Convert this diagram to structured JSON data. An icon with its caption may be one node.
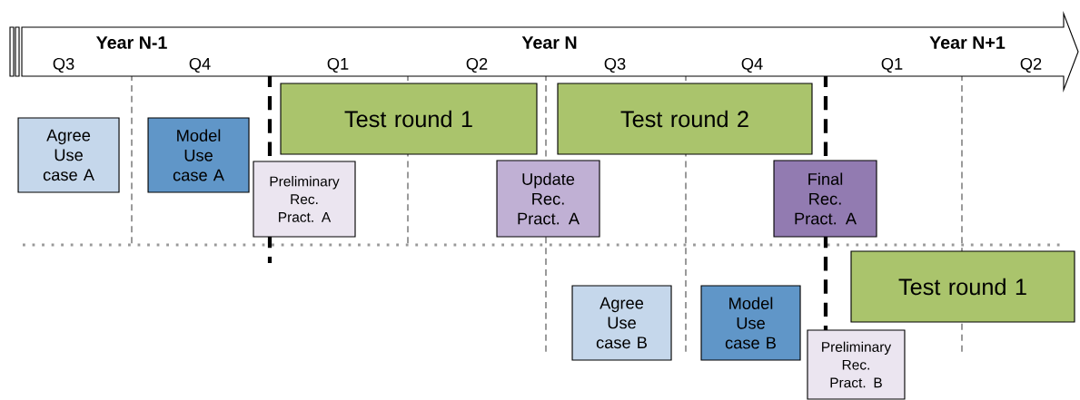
{
  "diagram": {
    "nodes": [
      {
        "text": [
          "Year N-1",
          "Year N",
          "Year N+1",
          "Q3",
          "Q4",
          "Q1",
          "Q2",
          "Q3",
          "Q4",
          "Q1",
          "Q2"
        ]
      },
      {
        "text": [
          "Agree Use case A"
        ]
      },
      {
        "text": [
          "Model Use case A"
        ]
      },
      {
        "text": [
          "Test round 1"
        ]
      },
      {
        "text": [
          "Preliminary Rec. Pract. A"
        ]
      },
      {
        "text": [
          "Test round 2"
        ]
      },
      {
        "text": [
          "Update Rec. Pract. A"
        ]
      },
      {
        "text": [
          "Final Rec. Pract. A"
        ]
      },
      {
        "text": [
          "Agree Use case B"
        ]
      },
      {
        "text": [
          "Model Use case B"
        ]
      },
      {
        "text": [
          "Test round 1"
        ]
      },
      {
        "text": [
          "Preliminary Rec. Pract. B"
        ]
      }
    ]
  }
}
